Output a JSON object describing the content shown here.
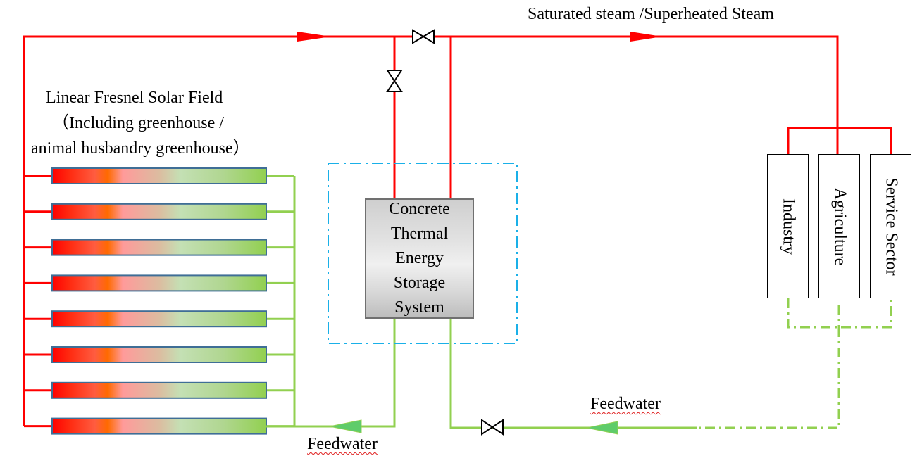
{
  "labels": {
    "steam": "Saturated steam /Superheated Steam",
    "solar_field_line1": "Linear Fresnel  Solar Field",
    "solar_field_line2": "（Including greenhouse /",
    "solar_field_line3": "animal husbandry greenhouse）",
    "feedwater_left": "Feedwater",
    "feedwater_right": "Feedwater"
  },
  "storage": {
    "lines": [
      "Concrete",
      "Thermal",
      "Energy",
      "Storage",
      "System"
    ]
  },
  "sectors": [
    {
      "label": "Industry"
    },
    {
      "label": "Agriculture"
    },
    {
      "label": "Service Sector"
    }
  ],
  "collectors": {
    "count": 8,
    "gradient_stops": [
      "#ff0000",
      "#ff3a1a",
      "#ff5c40",
      "#ff6a00",
      "#ff9999",
      "#e0b8a0",
      "#c4e0b4",
      "#b0d890",
      "#92d050"
    ]
  },
  "colors": {
    "steam_line": "#ff0000",
    "feedwater_line": "#92d050",
    "feedwater_arrow": "#5fcc6a",
    "storage_boundary": "#1ab0e8",
    "collector_border": "#3f6e96",
    "valve": "#000000"
  },
  "valves": [
    "main-steam-valve",
    "storage-inlet-valve",
    "feedwater-return-valve"
  ]
}
